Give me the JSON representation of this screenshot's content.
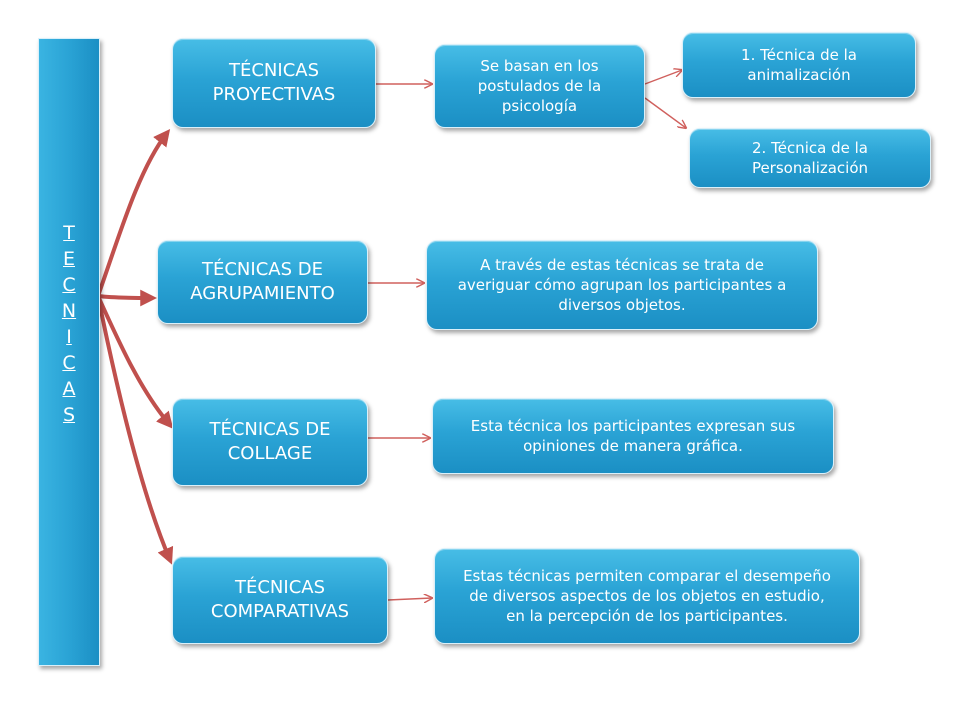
{
  "colors": {
    "box_fill": "#2aa3d5",
    "box_border": "#d9f0fa",
    "main_arrow": "#c0504d",
    "thin_arrow": "#d0605d",
    "text": "#ffffff"
  },
  "left_bar": {
    "label": "T\nE\nC\nN\nI\nC\nA\nS"
  },
  "branches": [
    {
      "title": "TÉCNICAS\nPROYECTIVAS",
      "description": "Se basan en los\npostulados de la\npsicología",
      "subitems": [
        "1. Técnica de la\nanimalización",
        "2. Técnica de la\nPersonalización"
      ]
    },
    {
      "title": "TÉCNICAS DE\nAGRUPAMIENTO",
      "description": "A través de estas técnicas se trata de\naveriguar cómo agrupan los participantes a\ndiversos objetos."
    },
    {
      "title": "TÉCNICAS DE\nCOLLAGE",
      "description": "Esta técnica los participantes expresan sus\nopiniones de manera gráfica."
    },
    {
      "title": "TÉCNICAS\nCOMPARATIVAS",
      "description": "Estas técnicas permiten comparar el desempeño\nde diversos aspectos de los objetos en estudio,\nen la percepción de los participantes."
    }
  ]
}
